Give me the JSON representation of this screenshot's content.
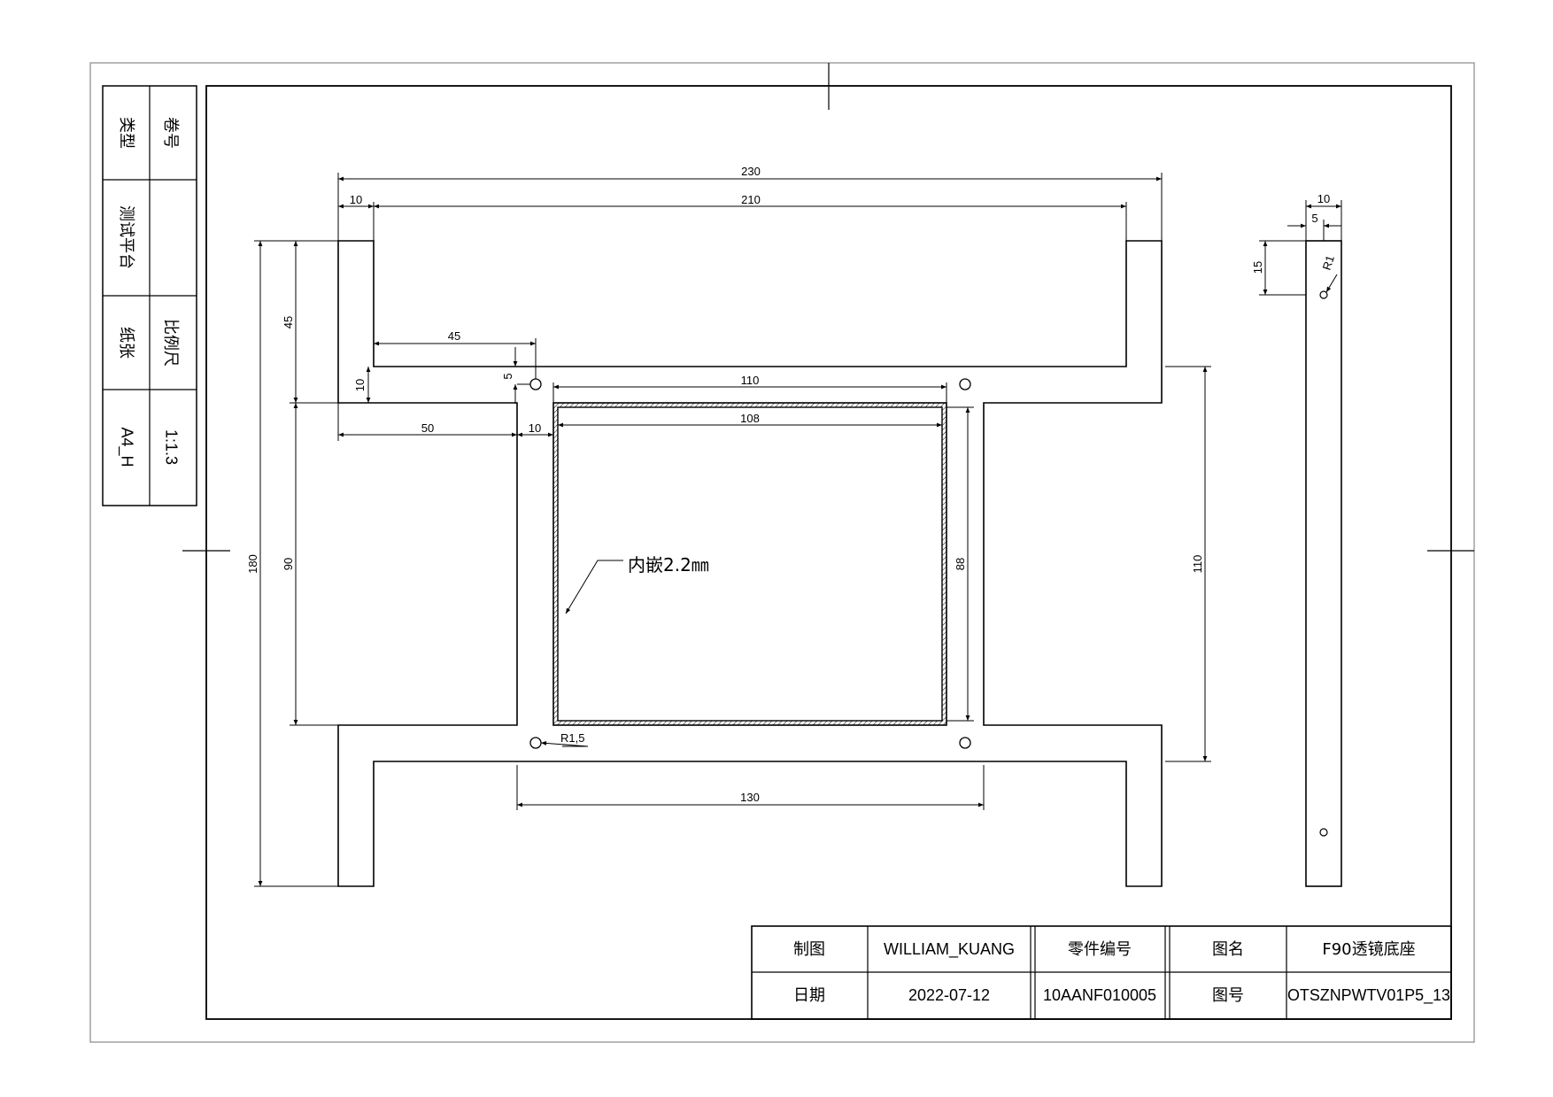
{
  "side_block": {
    "juan_hao": "卷号",
    "lei_xing": "类型",
    "test_platform": "测试平台",
    "paper": "纸张",
    "scale_label": "比例尺",
    "paper_size": "A4_H",
    "scale": "1:1.3"
  },
  "title_block": {
    "drawn_by_label": "制图",
    "drawn_by": "WILLIAM_KUANG",
    "part_no_label": "零件编号",
    "drawing_name_label": "图名",
    "drawing_name": "F90透镜底座",
    "date_label": "日期",
    "date": "2022-07-12",
    "part_no": "10AANF010005",
    "drawing_no_label": "图号",
    "drawing_no": "OTSZNPWTV01P5_13"
  },
  "dimensions": {
    "d230": "230",
    "d210": "210",
    "d10_top": "10",
    "d45_h": "45",
    "d45_v": "45",
    "d5": "5",
    "d10_v": "10",
    "d50": "50",
    "d10_mid": "10",
    "d110_top": "110",
    "d108": "108",
    "d180": "180",
    "d90": "90",
    "d88": "88",
    "d110_right": "110",
    "d130": "130",
    "r15": "R1,5",
    "inlay_note": "内嵌2.2㎜",
    "sv_10": "10",
    "sv_5": "5",
    "sv_15": "15",
    "sv_r1": "R1"
  }
}
